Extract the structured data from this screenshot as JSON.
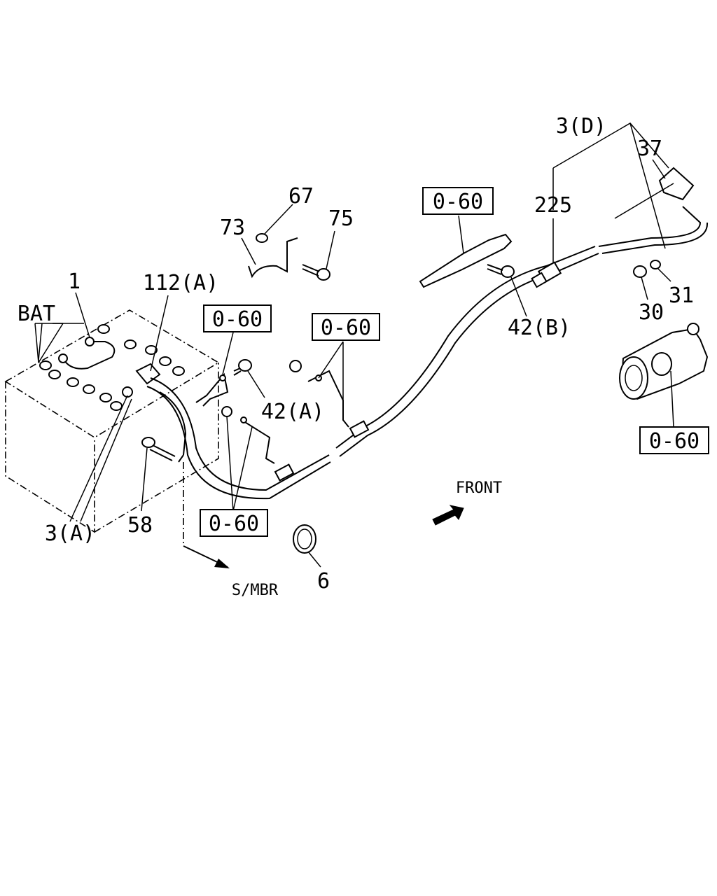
{
  "labels": {
    "bat": "BAT",
    "p1": "1",
    "p112a": "112(A)",
    "p3a": "3(A)",
    "p58": "58",
    "p67": "67",
    "p73": "73",
    "p75": "75",
    "p42a": "42(A)",
    "p42b": "42(B)",
    "p225": "225",
    "p3d": "3(D)",
    "p37": "37",
    "p30": "30",
    "p31": "31",
    "p6": "6",
    "front": "FRONT",
    "smbr": "S/MBR"
  },
  "ref_boxes": {
    "box1": "0-60",
    "box2": "0-60",
    "box3": "0-60",
    "box4": "0-60",
    "box5": "0-60"
  }
}
